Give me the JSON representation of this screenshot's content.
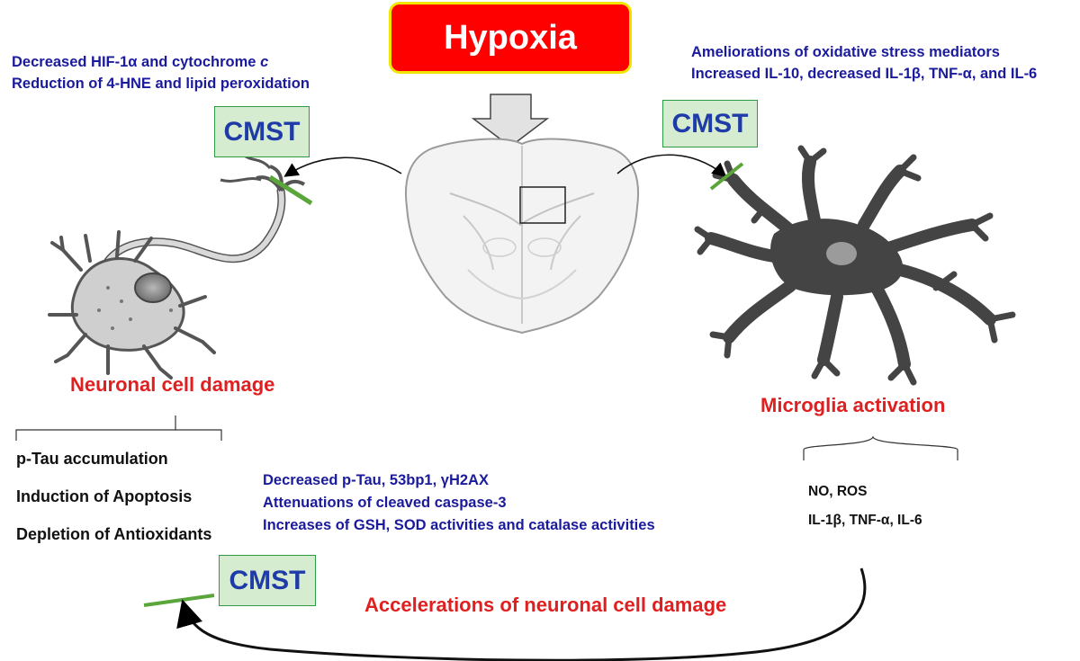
{
  "title": "Hypoxia",
  "cmst_label": "CMST",
  "top_left_effects": [
    "Decreased HIF-1α and cytochrome ",
    "c",
    "Reduction of 4-HNE and lipid peroxidation"
  ],
  "top_right_effects": [
    "Ameliorations of oxidative stress mediators",
    "Increased IL-10, decreased IL-1β, TNF-α, and IL-6"
  ],
  "neuron": {
    "label": "Neuronal cell damage",
    "items": [
      "p-Tau accumulation",
      "Induction of Apoptosis",
      "Depletion of Antioxidants"
    ]
  },
  "middle_effects": [
    "Decreased p-Tau, 53bp1, γH2AX",
    "Attenuations of cleaved caspase-3",
    "Increases of GSH, SOD activities and catalase activities"
  ],
  "microglia": {
    "label": "Microglia activation",
    "items": [
      "NO, ROS",
      "IL-1β, TNF-α, IL-6"
    ]
  },
  "feedback_label": "Accelerations of neuronal cell damage",
  "colors": {
    "title_bg": "#ff0000",
    "title_border": "#f2e600",
    "cmst_bg": "#d6ecd0",
    "cmst_border": "#2f9a45",
    "blue": "#1a1a9c",
    "red": "#e02020",
    "inhibit": "#5aa63a"
  }
}
